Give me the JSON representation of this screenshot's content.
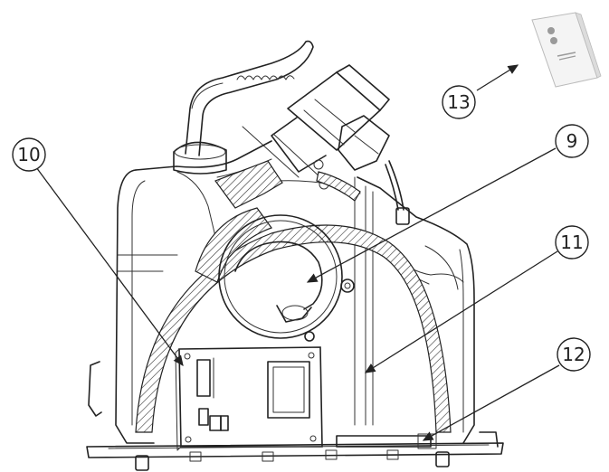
{
  "figure": {
    "callouts": [
      {
        "id": "c13",
        "label": "13"
      },
      {
        "id": "c10",
        "label": "10"
      },
      {
        "id": "c9",
        "label": "9"
      },
      {
        "id": "c11",
        "label": "11"
      },
      {
        "id": "c12",
        "label": "12"
      }
    ]
  },
  "colors": {
    "line": "#222222",
    "background": "#ffffff",
    "remote_body": "#f4f4f4",
    "remote_buttons": "#9a9a9a"
  }
}
